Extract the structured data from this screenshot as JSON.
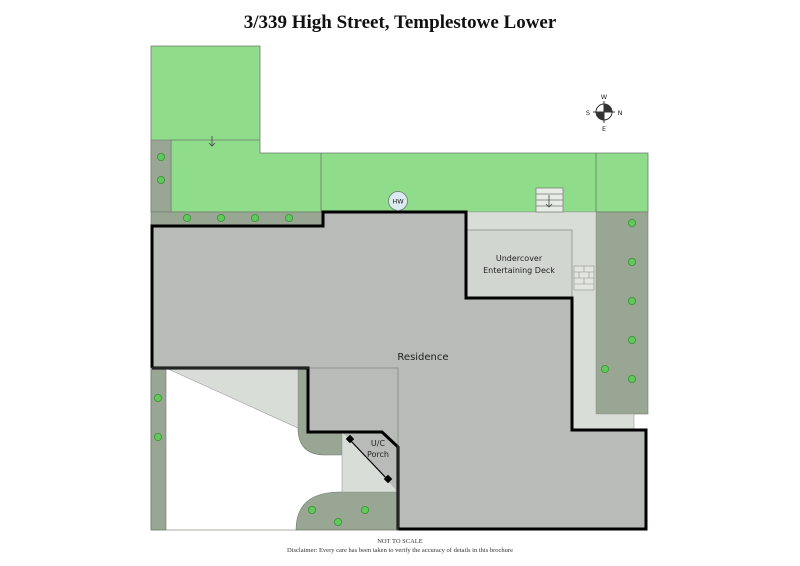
{
  "title": "3/339 High Street, Templestowe Lower",
  "labels": {
    "residence": "Residence",
    "deck_line1": "Undercover",
    "deck_line2": "Entertaining Deck",
    "porch_line1": "U/C",
    "porch_line2": "Porch",
    "hot_water": "HW"
  },
  "compass": {
    "north": "N",
    "south": "S",
    "east": "E",
    "west": "W"
  },
  "footer": {
    "scale_note": "NOT TO SCALE",
    "disclaimer": "Disclaimer: Every care has been taken to verify the accuracy of details in this brochure"
  },
  "colors": {
    "lawn": "#8fdc8a",
    "garden_bed": "#9aa694",
    "shrub": "#5fc95a",
    "residence": "#b9bbb8",
    "paving": "#d9ddd8",
    "deck": "#d2d6d0",
    "wall": "#000000"
  }
}
